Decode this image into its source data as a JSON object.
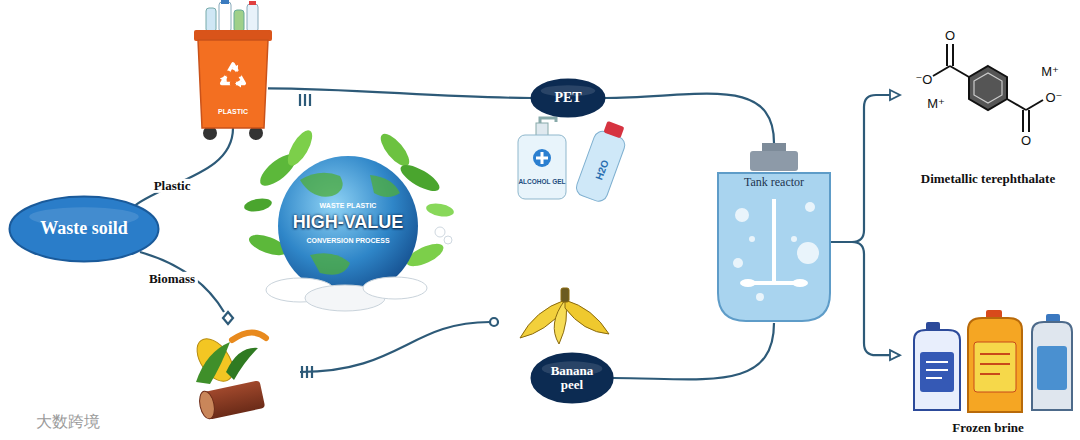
{
  "diagram": {
    "nodes": [
      {
        "text": [
          "Waste soild"
        ]
      },
      {
        "text": [
          "PLASTIC"
        ]
      },
      {
        "text": [
          "PET"
        ]
      },
      {
        "text": [
          "Banana peel"
        ]
      },
      {
        "text": [
          "Tank reactor"
        ]
      },
      {
        "text": [
          "Dimetallic terephthalate"
        ]
      },
      {
        "text": [
          "Frozen brine"
        ]
      }
    ],
    "edges": [
      {
        "from": 0,
        "to": 1,
        "label": "Plastic",
        "arrow": "none"
      },
      {
        "from": 1,
        "to": 2,
        "arrow": "none"
      },
      {
        "from": 2,
        "to": 4,
        "arrow": "none"
      },
      {
        "from": 3,
        "to": 4,
        "arrow": "none"
      },
      {
        "from": 4,
        "to": 5,
        "arrow": "to"
      },
      {
        "from": 4,
        "to": 6,
        "arrow": "to"
      }
    ],
    "labels": [
      "Biomass",
      "WASTE PLASTIC",
      "HIGH-VALUE",
      "CONVERSION PROCESS",
      "ALCOHOL GEL",
      "H2O",
      "O",
      "⁻O",
      "M⁺",
      "M⁺",
      "O",
      "O⁻",
      "大数跨境"
    ]
  }
}
